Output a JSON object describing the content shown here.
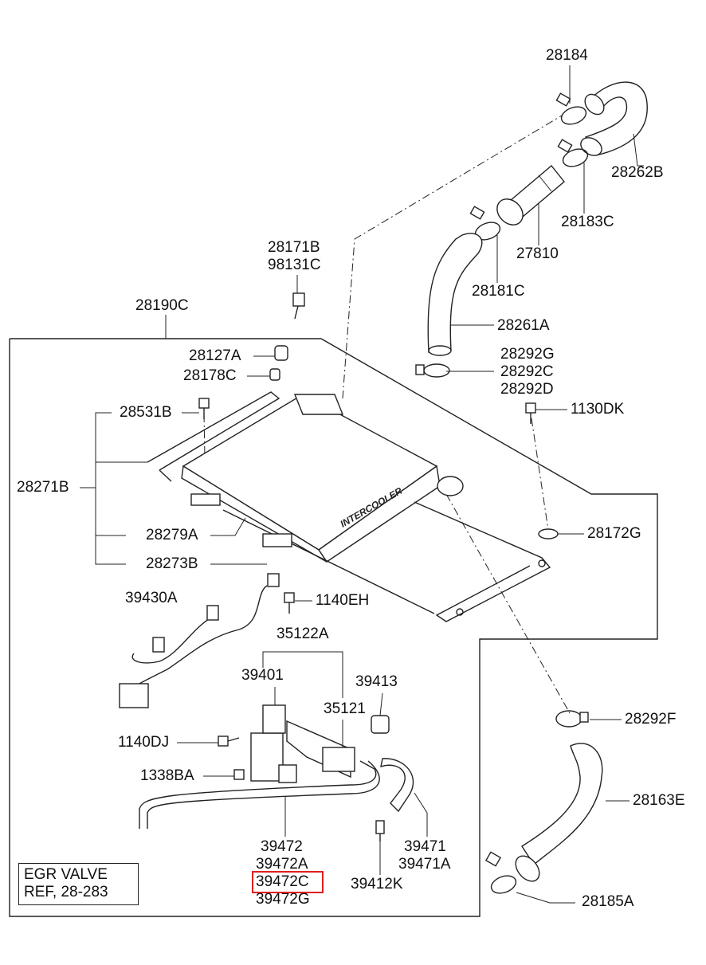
{
  "labels": {
    "p28184": "28184",
    "p28262B": "28262B",
    "p28183C": "28183C",
    "p27810": "27810",
    "p28181C": "28181C",
    "p28261A": "28261A",
    "p28292G": "28292G",
    "p28292C": "28292C",
    "p28292D": "28292D",
    "p28171B": "28171B",
    "p98131C": "98131C",
    "p28190C": "28190C",
    "p28127A": "28127A",
    "p28178C": "28178C",
    "p28531B": "28531B",
    "p1130DK": "1130DK",
    "p28271B": "28271B",
    "p28279A": "28279A",
    "p28172G": "28172G",
    "p28273B": "28273B",
    "p39430A": "39430A",
    "p1140EH": "1140EH",
    "p35122A": "35122A",
    "p39401": "39401",
    "p39413": "39413",
    "p35121": "35121",
    "p28292F": "28292F",
    "p1140DJ": "1140DJ",
    "p1338BA": "1338BA",
    "p28163E": "28163E",
    "p39472": "39472",
    "p39472A": "39472A",
    "p39472C": "39472C",
    "p39472G": "39472G",
    "p39471": "39471",
    "p39471A": "39471A",
    "p39412K": "39412K",
    "p28185A": "28185A"
  },
  "intercooler_text": "INTERCOOLER",
  "egr_ref": {
    "line1": "EGR VALVE",
    "line2": "REF, 28-283"
  },
  "highlight_color": "#e0201c"
}
